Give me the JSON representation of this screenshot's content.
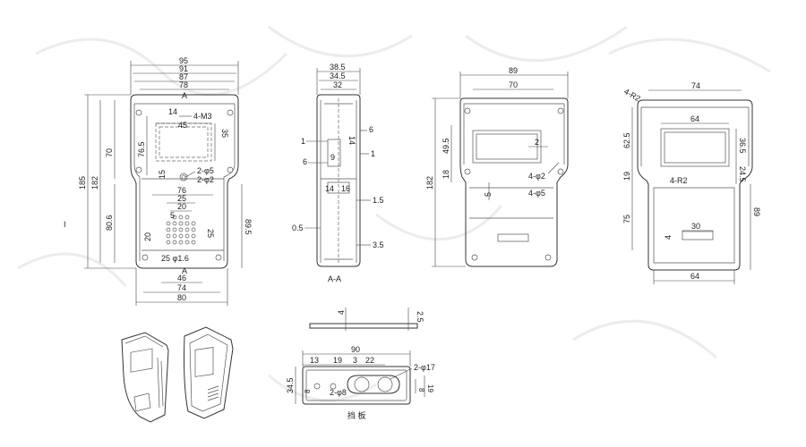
{
  "colors": {
    "line": "#333333",
    "background": "#ffffff"
  },
  "front_view": {
    "top_dims": [
      "95",
      "91",
      "87",
      "78"
    ],
    "section_marker": "A",
    "left_dims": [
      "185",
      "182",
      "70",
      "76.5",
      "80.6"
    ],
    "right_dims": [
      "35",
      "89.5"
    ],
    "label_14": "14",
    "label_m3": "4-M3",
    "label_45": "45",
    "label_15": "15",
    "label_2phi5": "2-φ5",
    "label_2phi2": "2-φ2",
    "grid_dims": [
      "76",
      "25",
      "20",
      "5",
      "20",
      "25"
    ],
    "label_grid_hole": "25 φ1.6",
    "section_marker_bottom": "A",
    "bottom_dims": [
      "46",
      "74",
      "80"
    ]
  },
  "section_view": {
    "top_dims": [
      "38.5",
      "34.5",
      "32"
    ],
    "side_dims": [
      "6",
      "1",
      "14",
      "9",
      "6",
      "1",
      "14",
      "16",
      "1.5",
      "0.5",
      "3.5"
    ],
    "caption": "A-A"
  },
  "back_view": {
    "top_dims": [
      "89",
      "70"
    ],
    "left_dims": [
      "182",
      "49.5",
      "18",
      "5"
    ],
    "label_2": "2",
    "label_4phi2": "4-φ2",
    "label_4phi5": "4-φ5"
  },
  "panel_view": {
    "corner_label": "4-R2",
    "top_dims": [
      "74",
      "64"
    ],
    "left_dims": [
      "62.5",
      "19",
      "75",
      "4"
    ],
    "right_dims": [
      "36.5",
      "24.5",
      "89"
    ],
    "inner_label": "4-R2",
    "label_30": "30",
    "bottom_dim": "64"
  },
  "end_plate": {
    "side_dims": [
      "4",
      "2.5"
    ],
    "width_dim": "90",
    "segment_dims": [
      "13",
      "19",
      "3",
      "22"
    ],
    "label_2phi17": "2-φ17",
    "label_2phi8": "2-φ8",
    "height_dim": "34.5",
    "small_dims": [
      "8",
      "8",
      "19"
    ],
    "caption": "挡 板"
  },
  "left_marker": "I"
}
